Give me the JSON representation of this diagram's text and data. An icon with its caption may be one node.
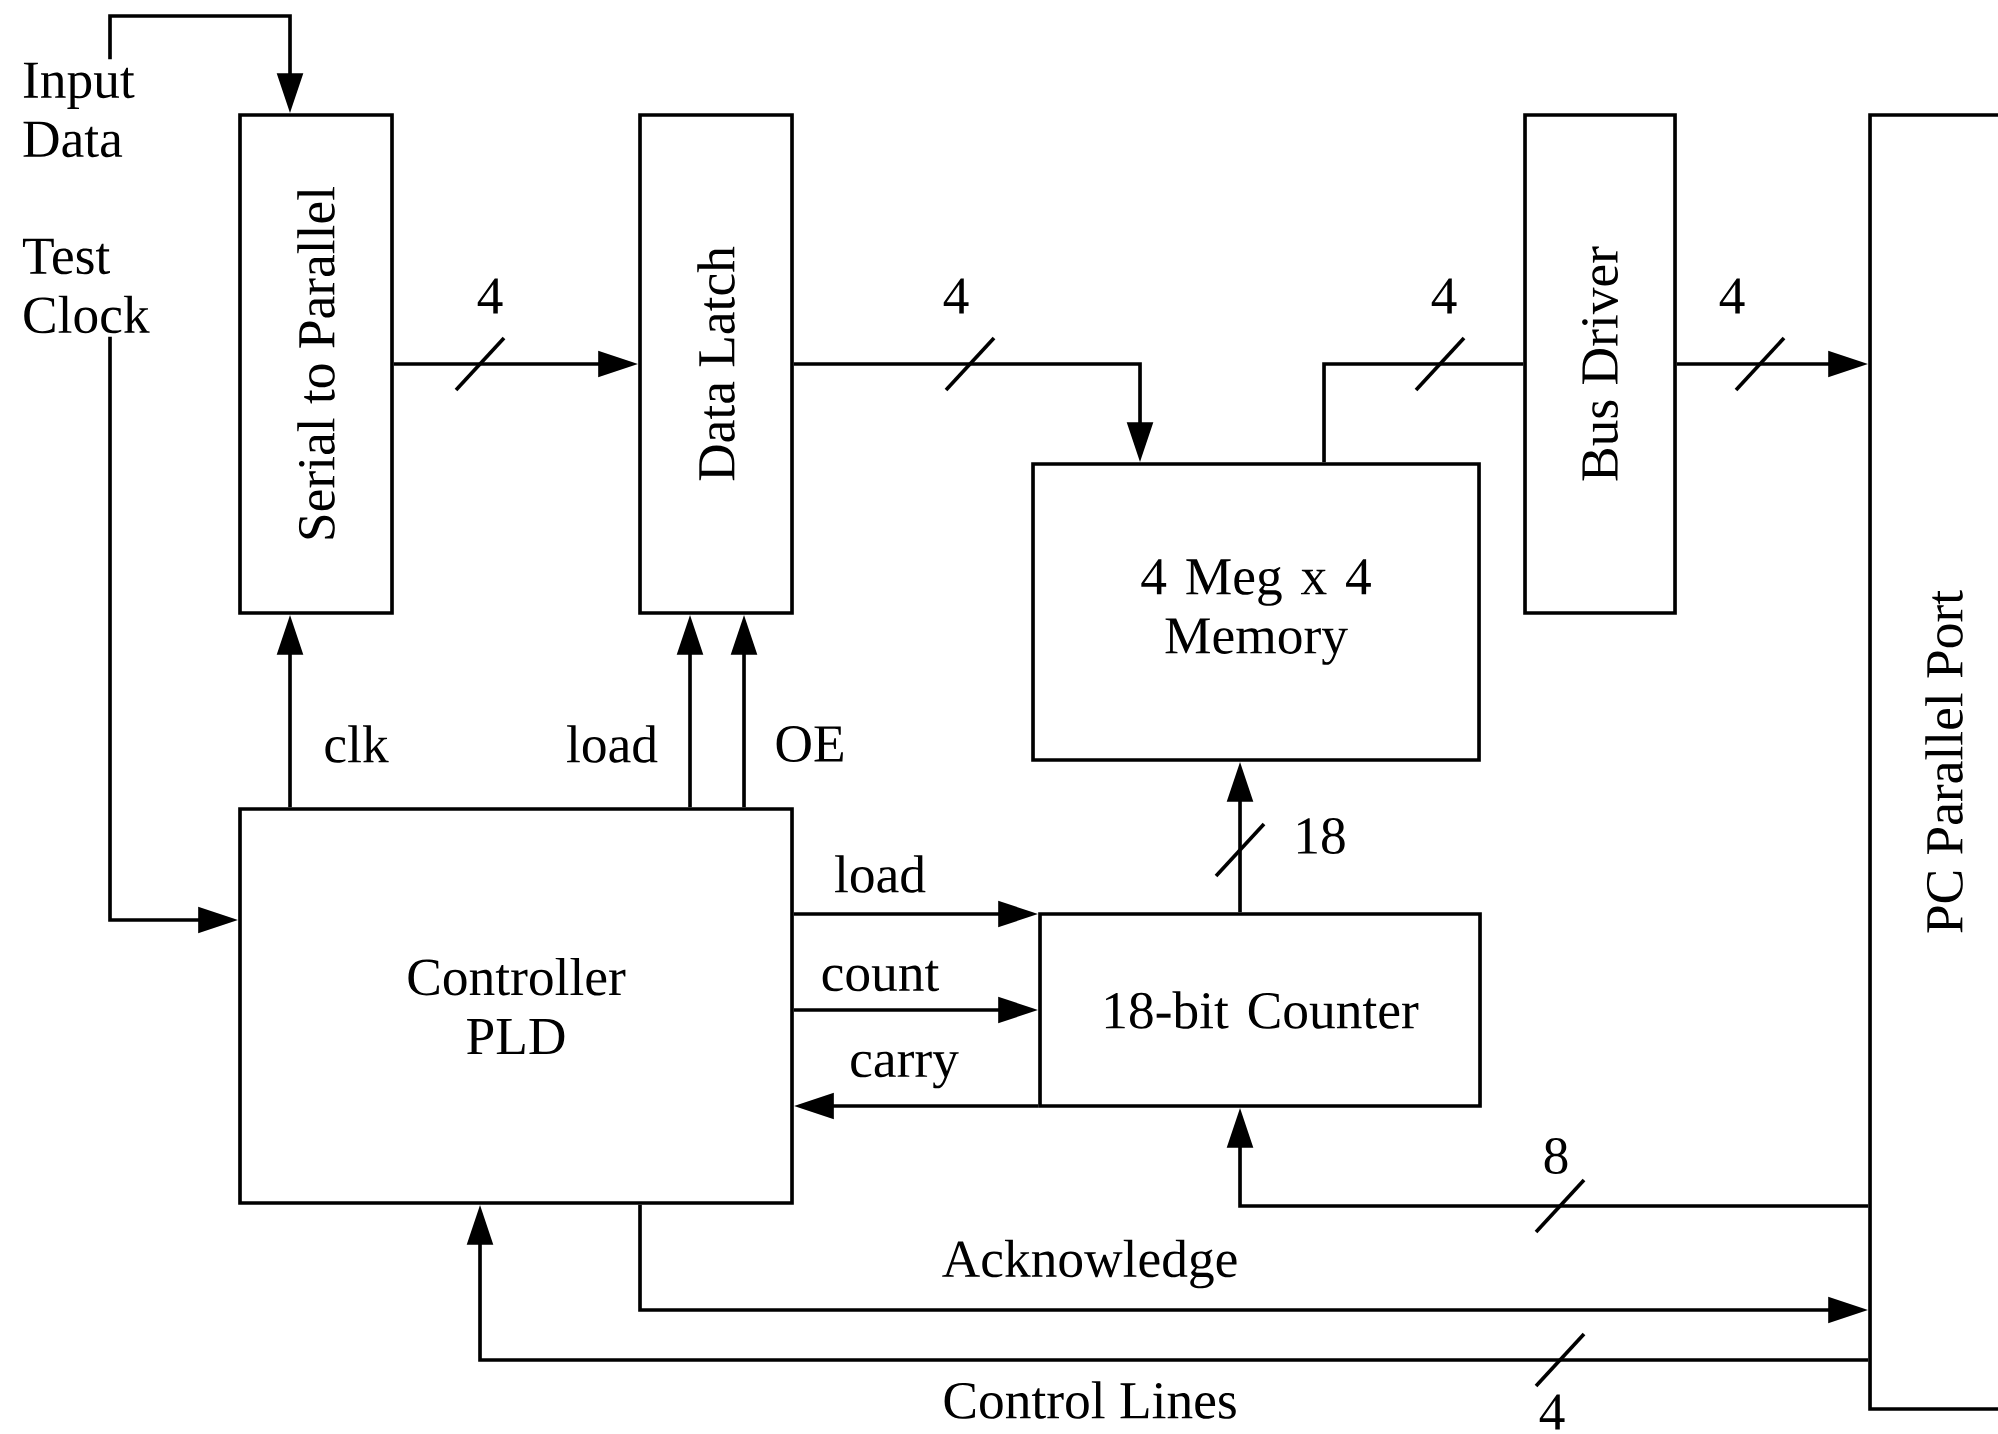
{
  "diagram": {
    "nodes": [
      {
        "text": [
          "Input Data"
        ]
      },
      {
        "text": [
          "Test Clock"
        ]
      },
      {
        "text": [
          "Serial to Parallel"
        ]
      },
      {
        "text": [
          "Data Latch"
        ]
      },
      {
        "text": [
          "4 Meg x 4 Memory"
        ]
      },
      {
        "text": [
          "Bus Driver"
        ]
      },
      {
        "text": [
          "PC Parallel Port"
        ]
      },
      {
        "text": [
          "Controller PLD"
        ]
      },
      {
        "text": [
          "18-bit Counter"
        ]
      }
    ],
    "edges": [
      {
        "from": 0,
        "to": 2,
        "arrow": "to"
      },
      {
        "from": 1,
        "to": 7,
        "arrow": "to"
      },
      {
        "from": 2,
        "to": 3,
        "arrow": "to"
      },
      {
        "from": 3,
        "to": 4,
        "arrow": "to"
      },
      {
        "from": 4,
        "to": 5,
        "arrow": "none"
      },
      {
        "from": 5,
        "to": 6,
        "arrow": "to"
      },
      {
        "from": 7,
        "to": 2,
        "arrow": "to",
        "label": "clk"
      },
      {
        "from": 7,
        "to": 3,
        "arrow": "to",
        "label": "load"
      },
      {
        "from": 7,
        "to": 3,
        "arrow": "to",
        "label": "OE"
      },
      {
        "from": 7,
        "to": 8,
        "arrow": "to",
        "label": "load"
      },
      {
        "from": 7,
        "to": 8,
        "arrow": "to",
        "label": "count"
      },
      {
        "from": 8,
        "to": 7,
        "arrow": "to",
        "label": "carry"
      },
      {
        "from": 8,
        "to": 4,
        "arrow": "to"
      },
      {
        "from": 6,
        "to": 8,
        "arrow": "to"
      },
      {
        "from": 7,
        "to": 6,
        "arrow": "to",
        "label": "Acknowledge"
      },
      {
        "from": 6,
        "to": 7,
        "arrow": "to",
        "label": "Control Lines"
      }
    ],
    "labels": [
      "4",
      "4",
      "4",
      "4",
      "18",
      "8",
      "4"
    ]
  }
}
